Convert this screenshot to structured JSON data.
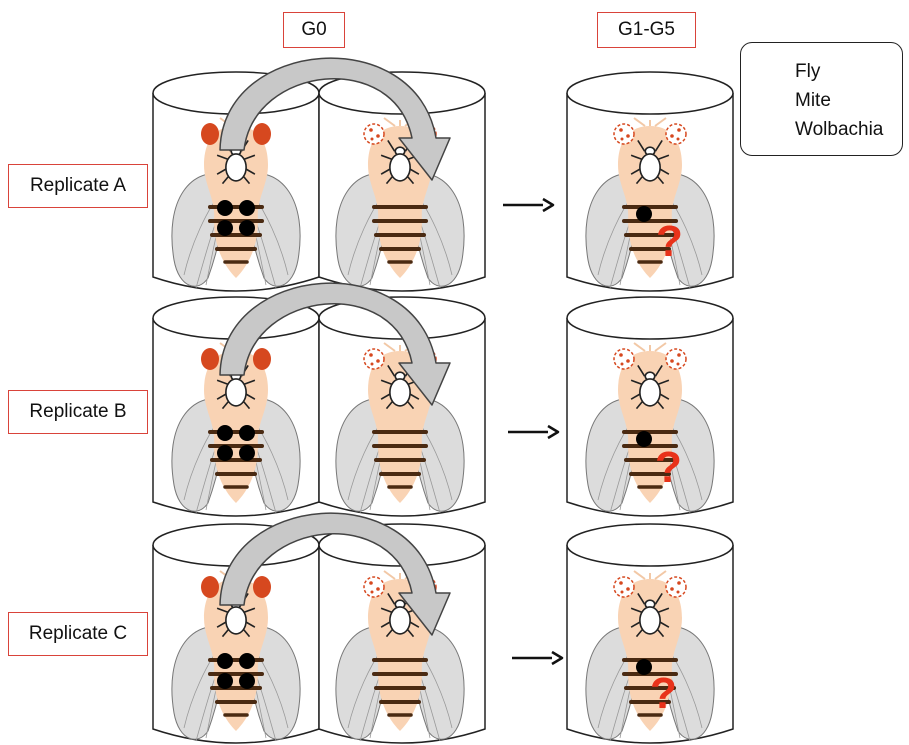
{
  "column_headers": {
    "g0": "G0",
    "g1_g5": "G1-G5"
  },
  "replicates": [
    {
      "label": "Replicate A"
    },
    {
      "label": "Replicate B"
    },
    {
      "label": "Replicate C"
    }
  ],
  "legend": {
    "fly": "Fly",
    "mite": "Mite",
    "wolbachia": "Wolbachia"
  },
  "unknown_marker": "?",
  "colors": {
    "label_border": "#d9433a",
    "fly_body": "#f9d3b4",
    "fly_eye": "#d6481f",
    "stripe": "#4a2a12",
    "wing": "#dcdcdc",
    "arrow_fill": "#c8c8c8",
    "question_mark": "#e8321a"
  }
}
